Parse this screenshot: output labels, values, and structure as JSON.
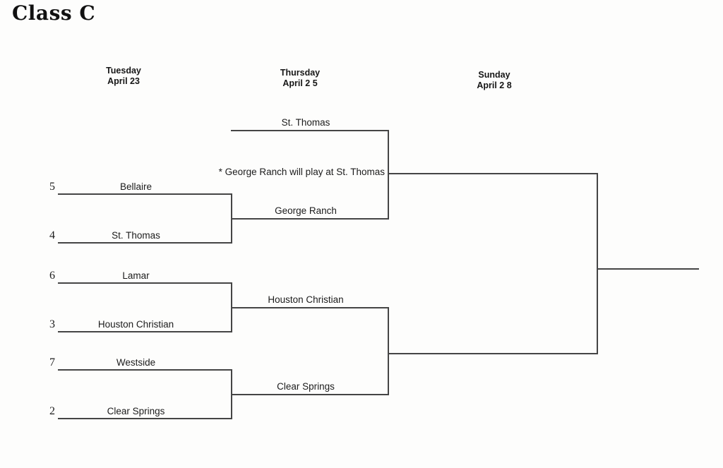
{
  "title": "Class C",
  "columns": [
    {
      "day": "Tuesday",
      "date": "April 23"
    },
    {
      "day": "Thursday",
      "date": "April 2 5"
    },
    {
      "day": "Sunday",
      "date": "April 2 8"
    }
  ],
  "note": "* George Ranch will play at St. Thomas",
  "bracket": {
    "round1": [
      {
        "seed": "5",
        "team": "Bellaire"
      },
      {
        "seed": "4",
        "team": "St. Thomas"
      },
      {
        "seed": "6",
        "team": "Lamar"
      },
      {
        "seed": "3",
        "team": "Houston Christian"
      },
      {
        "seed": "7",
        "team": "Westside"
      },
      {
        "seed": "2",
        "team": "Clear Springs"
      }
    ],
    "round2": [
      {
        "team": "St. Thomas"
      },
      {
        "team": "George Ranch"
      },
      {
        "team": "Houston Christian"
      },
      {
        "team": "Clear Springs"
      }
    ]
  },
  "colors": {
    "line": "#454545",
    "text": "#1c1c1c",
    "background": "#fdfdfc"
  }
}
